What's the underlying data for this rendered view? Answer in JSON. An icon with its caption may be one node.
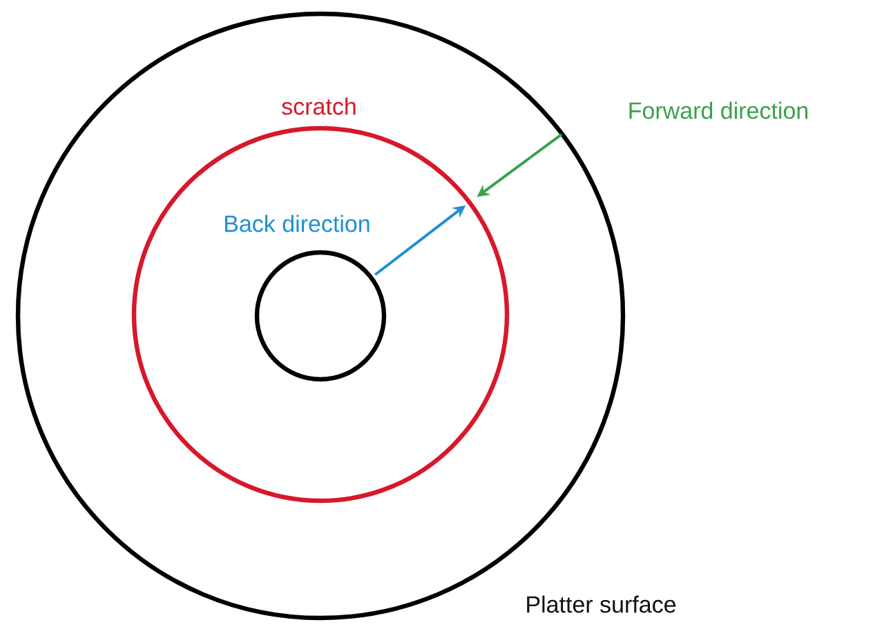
{
  "diagram": {
    "nodes": [
      {
        "text": [
          "Platter surface"
        ]
      },
      {
        "text": [
          "scratch"
        ],
        "in": 0
      },
      {
        "text": [],
        "shape": "circle",
        "in": 1
      }
    ],
    "edges": [
      {
        "from": 2,
        "to": 1,
        "arrow": "to",
        "label": "Back direction",
        "color": "#1f8fd0"
      },
      {
        "from": 0,
        "to": 1,
        "arrow": "to",
        "label": "Forward direction",
        "color": "#3aa14a"
      }
    ]
  }
}
